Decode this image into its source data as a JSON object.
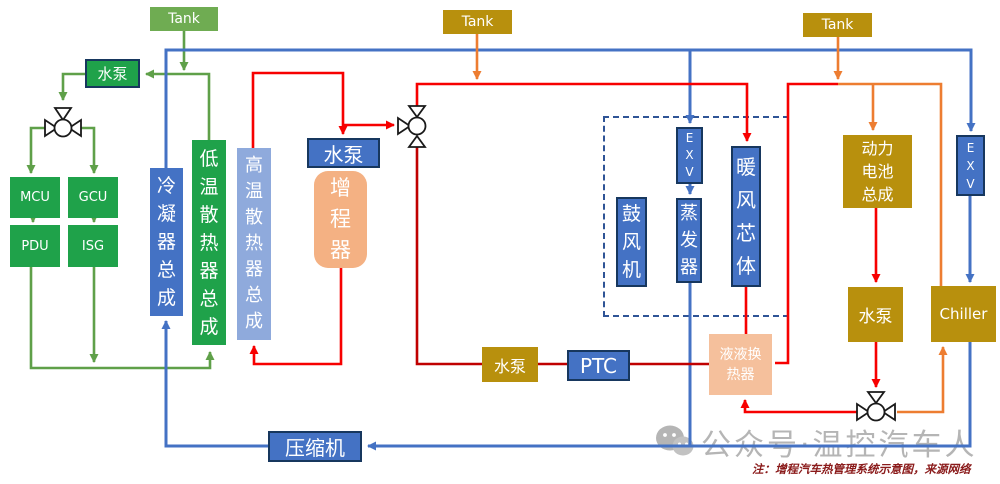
{
  "diagram": {
    "type": "thermal-management-system-schematic",
    "note": "注：增程汽车热管理系统示意图，来源网络",
    "watermark": "公众号·温控汽车人"
  },
  "colors": {
    "lt_coolant_loop_green": "#1FA24A",
    "line_green": "#5FA049",
    "refrigerant_blue": "#4472C4",
    "engine_loop_red": "#FF0000",
    "engine_loop_dark_red": "#C00000",
    "battery_loop_orange": "#ED7D31",
    "box_gold": "#B8900D",
    "box_light_blue": "#8FAADC",
    "box_peach": "#F4B183",
    "box_navy_border": "#17375E",
    "dashed_border": "#2F5496"
  },
  "tanks": {
    "left": "Tank",
    "mid": "Tank",
    "right": "Tank"
  },
  "components": {
    "pump_left": "水泵",
    "mcu": "MCU",
    "gcu": "GCU",
    "pdu": "PDU",
    "isg": "ISG",
    "condenser": "冷凝器总成",
    "lt_radiator": "低温散热器总成",
    "ht_radiator": "高温散热器总成",
    "pump_engine": "水泵",
    "range_extender": "增程器",
    "blower": "鼓风机",
    "exv_left": "EXV",
    "evaporator": "蒸发器",
    "heater_core": "暖风芯体",
    "battery": "动力电池总成",
    "exv_right": "EXV",
    "pump_battery": "水泵",
    "chiller": "Chiller",
    "hx": "液液换热器",
    "pump_mid": "水泵",
    "ptc": "PTC",
    "compressor": "压缩机"
  }
}
